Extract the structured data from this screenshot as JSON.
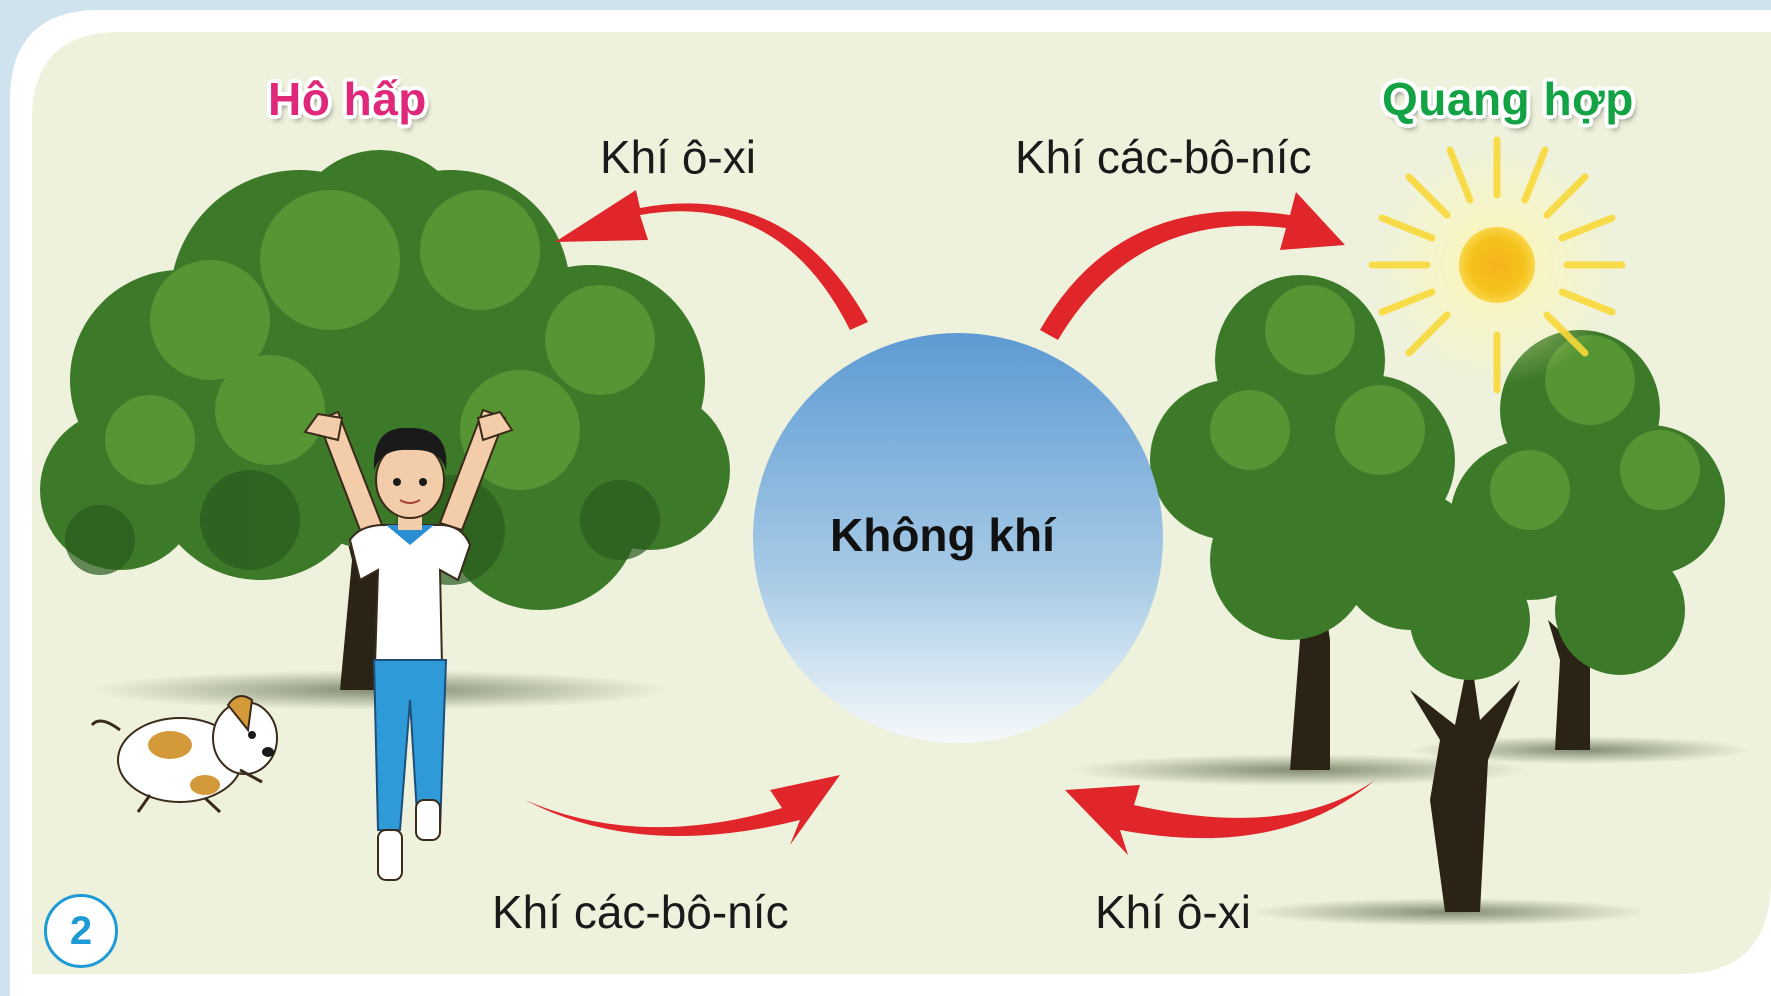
{
  "titles": {
    "left": "Hô hấp",
    "right": "Quang hợp"
  },
  "center": {
    "label": "Không khí"
  },
  "arrows": {
    "top_left": "Khí ô-xi",
    "top_right": "Khí các-bô-níc",
    "bottom_left": "Khí các-bô-níc",
    "bottom_right": "Khí ô-xi"
  },
  "figure_number": "2",
  "colors": {
    "background": "#eef2dc",
    "arrow": "#e0252b",
    "title_left": "#e0287a",
    "title_right": "#13a345",
    "sphere_top": "#6ea6d8",
    "sphere_bottom": "#f4f8fa",
    "tree": "#3f7d2b",
    "sun": "#f5c21b"
  }
}
